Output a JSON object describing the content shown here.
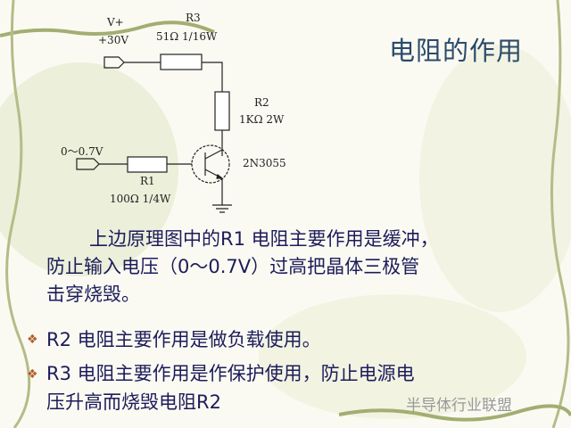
{
  "slide": {
    "title": "电阻的作用"
  },
  "circuit": {
    "vplus_label": "V+",
    "vplus_value": "+30V",
    "r3_name": "R3",
    "r3_value": "51Ω  1/16W",
    "r2_name": "R2",
    "r2_value": "1KΩ  2W",
    "input_label": "0～0.7V",
    "transistor": "2N3055",
    "r1_name": "R1",
    "r1_value": "100Ω  1/4W"
  },
  "paragraph": {
    "line1": "上边原理图中的R1 电阻主要作用是缓冲，",
    "line2": "防止输入电压（0～0.7V）过高把晶体三极管",
    "line3": "击穿烧毁。"
  },
  "bullets": [
    {
      "icon": "diamond-bullet-icon",
      "line1": "R2 电阻主要作用是做负载使用。"
    },
    {
      "icon": "diamond-bullet-icon",
      "line1": "R3 电阻主要作用是作保护使用，防止电源电",
      "line2": "压升高而烧毁电阻R2"
    }
  ],
  "watermark": "半导体行业联盟",
  "colors": {
    "title": "#2a4a6a",
    "body": "#1c1c5c",
    "bullet": "#b0602a",
    "vine": "#9aa86a"
  }
}
